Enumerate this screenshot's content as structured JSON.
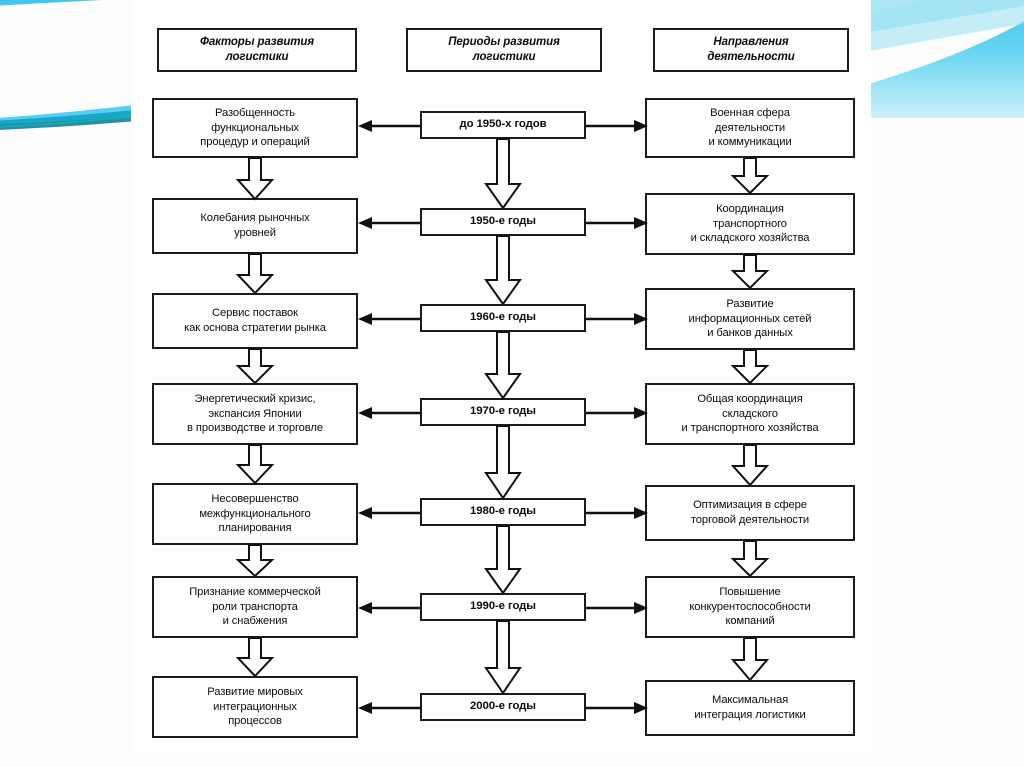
{
  "slide": {
    "background_color": "#fdfdfd",
    "panel_color": "#ffffff",
    "accent_color": "#3ec7ee",
    "line_color": "#1b1b1b"
  },
  "headers": [
    {
      "name": "factors-header",
      "lines": [
        "Факторы развития",
        "логистики"
      ]
    },
    {
      "name": "periods-header",
      "lines": [
        "Периоды развития",
        "логистики"
      ]
    },
    {
      "name": "directions-header",
      "lines": [
        "Направления",
        "деятельности"
      ]
    }
  ],
  "rows": [
    {
      "period": "до 1950-х годов",
      "factor": [
        "Разобщенность",
        "функциональных",
        "процедур и операций"
      ],
      "direction": [
        "Военная сфера",
        "деятельности",
        "и коммуникации"
      ]
    },
    {
      "period": "1950-е годы",
      "factor": [
        "Колебания рыночных",
        "уровней"
      ],
      "direction": [
        "Координация",
        "транспортного",
        "и складского хозяйства"
      ]
    },
    {
      "period": "1960-е годы",
      "factor": [
        "Сервис поставок",
        "как основа стратегии рынка"
      ],
      "direction": [
        "Развитие",
        "информационных сетей",
        "и банков данных"
      ]
    },
    {
      "period": "1970-е годы",
      "factor": [
        "Энергетический кризис,",
        "экспансия Японии",
        "в производстве и торговле"
      ],
      "direction": [
        "Общая координация",
        "складского",
        "и транспортного хозяйства"
      ]
    },
    {
      "period": "1980-е годы",
      "factor": [
        "Несовершенство",
        "межфункционального",
        "планирования"
      ],
      "direction": [
        "Оптимизация в сфере",
        "торговой деятельности"
      ]
    },
    {
      "period": "1990-е годы",
      "factor": [
        "Признание коммерческой",
        "роли транспорта",
        "и снабжения"
      ],
      "direction": [
        "Повышение",
        "конкурентоспособности",
        "компаний"
      ]
    },
    {
      "period": "2000-е годы",
      "factor": [
        "Развитие мировых",
        "интеграционных",
        "процессов"
      ],
      "direction": [
        "Максимальная",
        "интеграция логистики"
      ]
    }
  ]
}
